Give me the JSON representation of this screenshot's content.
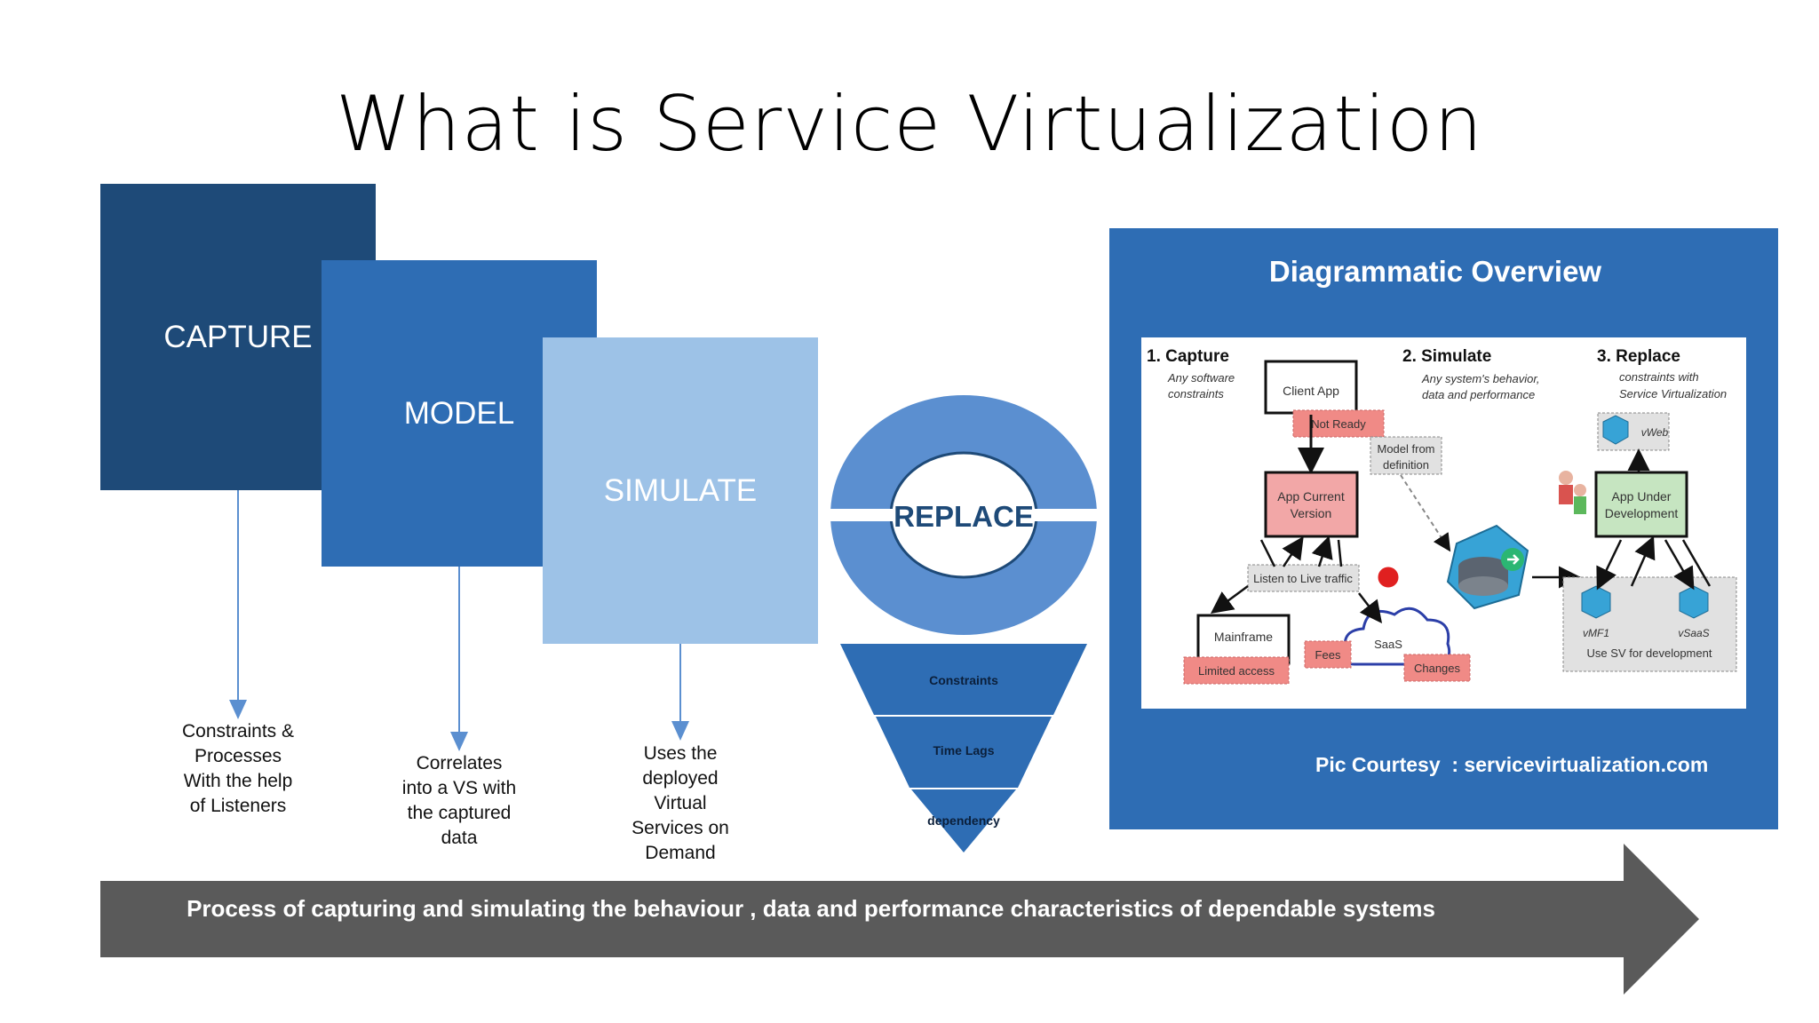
{
  "title": "What is Service Virtualization",
  "steps": [
    {
      "label": "CAPTURE",
      "description": "Constraints &\nProcesses\nWith the help\nof Listeners"
    },
    {
      "label": "MODEL",
      "description": "Correlates\ninto a VS with\nthe captured\ndata"
    },
    {
      "label": "SIMULATE",
      "description": "Uses the\ndeployed\nVirtual\nServices on\nDemand"
    }
  ],
  "replace": {
    "label": "REPLACE",
    "funnel_levels": [
      "Constraints",
      "Time Lags",
      "dependency"
    ]
  },
  "overview": {
    "title": "Diagrammatic Overview",
    "credit": "Pic Courtesy  : servicevirtualization.com",
    "inner": {
      "capture_title": "1. Capture",
      "capture_sub": [
        "Any software",
        "constraints"
      ],
      "simulate_title": "2. Simulate",
      "simulate_sub": [
        "Any system's behavior,",
        "data and performance"
      ],
      "replace_title": "3. Replace",
      "replace_sub": [
        "constraints with",
        "Service Virtualization"
      ],
      "client_app": "Client App",
      "not_ready": "Not Ready",
      "model_from_def": [
        "Model from",
        "definition"
      ],
      "app_current": [
        "App Current",
        "Version"
      ],
      "listen": "Listen to Live traffic",
      "mainframe": "Mainframe",
      "limited_access": "Limited access",
      "fees": "Fees",
      "saas": "SaaS",
      "changes": "Changes",
      "vweb": "vWeb",
      "app_under_dev": [
        "App Under",
        "Development"
      ],
      "vmf1": "vMF1",
      "vsaas": "vSaaS",
      "use_sv": "Use SV for development"
    }
  },
  "footer": "Process of capturing and simulating the behaviour , data and performance characteristics of dependable systems",
  "colors": {
    "dark_blue": "#1e4a78",
    "mid_blue": "#2e6db4",
    "light_blue": "#9dc2e7",
    "ring_blue": "#5b8fd0",
    "arrow_gray": "#5a5a5a"
  }
}
